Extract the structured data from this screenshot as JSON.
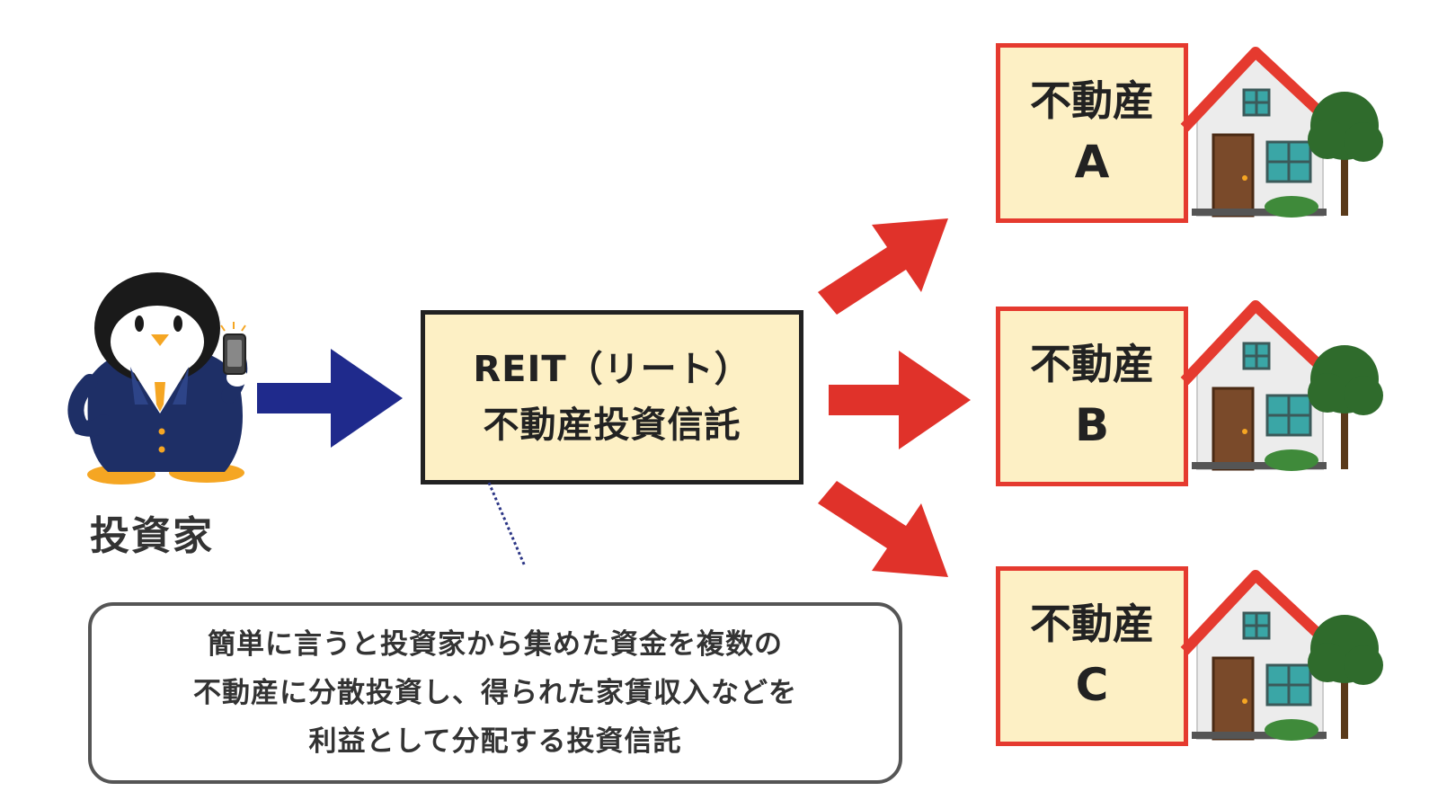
{
  "investor": {
    "label": "投資家"
  },
  "reit": {
    "line1": "REIT（リート）",
    "line2": "不動産投資信託"
  },
  "properties": [
    {
      "title": "不動産",
      "letter": "A"
    },
    {
      "title": "不動産",
      "letter": "B"
    },
    {
      "title": "不動産",
      "letter": "C"
    }
  ],
  "description": {
    "lines": [
      "簡単に言うと投資家から集めた資金を複数の",
      "不動産に分散投資し、得られた家賃収入などを",
      "利益として分配する投資信託"
    ]
  },
  "colors": {
    "investor_arrow": "#1f2a8c",
    "property_arrow": "#e0322a",
    "box_fill": "#fdf0c5",
    "property_border": "#e53a2f",
    "reit_border": "#222222"
  },
  "icons": {
    "investor": "penguin-businessman-icon",
    "house": "house-icon",
    "tree": "tree-icon"
  }
}
